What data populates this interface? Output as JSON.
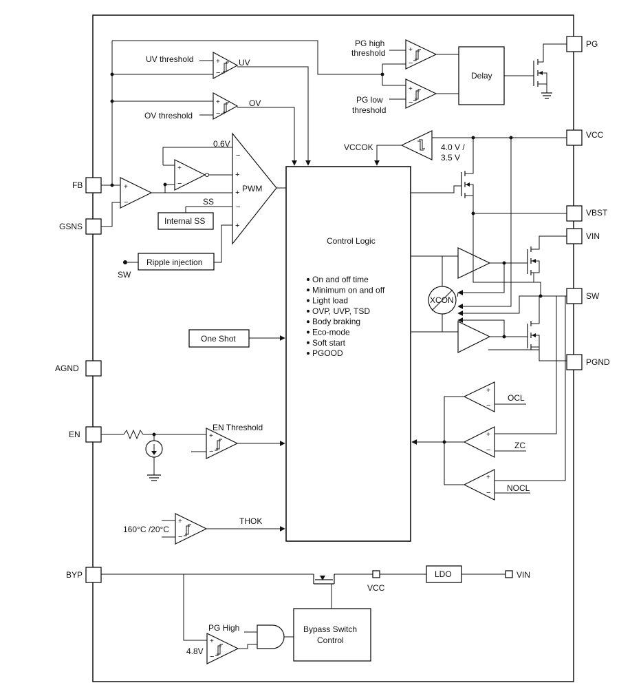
{
  "pins": {
    "pg": "PG",
    "vcc": "VCC",
    "vbst": "VBST",
    "vin": "VIN",
    "sw": "SW",
    "pgnd": "PGND",
    "fb": "FB",
    "gsns": "GSNS",
    "agnd": "AGND",
    "en": "EN",
    "byp": "BYP"
  },
  "labels": {
    "uv_threshold": "UV threshold",
    "uv": "UV",
    "ov_threshold": "OV threshold",
    "ov": "OV",
    "pg_high_threshold_l1": "PG high",
    "pg_high_threshold_l2": "threshold",
    "pg_low_threshold_l1": "PG low",
    "pg_low_threshold_l2": "threshold",
    "delay": "Delay",
    "vccok": "VCCOK",
    "vcc_uvlo_l1": "4.0 V /",
    "vcc_uvlo_l2": "3.5 V",
    "ref_0v6": "0.6V",
    "pwm": "PWM",
    "ss": "SS",
    "internal_ss": "Internal SS",
    "ripple_injection": "Ripple injection",
    "sw_in": "SW",
    "control_logic": "Control Logic",
    "xcon": "XCON",
    "one_shot": "One Shot",
    "ocl": "OCL",
    "zc": "ZC",
    "nocl": "NOCL",
    "en_threshold": "EN Threshold",
    "thok": "THOK",
    "temp_threshold": "160°C /20°C",
    "ldo": "LDO",
    "ldo_vin": "VIN",
    "ldo_vcc": "VCC",
    "pg_high": "PG High",
    "byp_ref": "4.8V",
    "bypass_l1": "Bypass Switch",
    "bypass_l2": "Control"
  },
  "control_features": [
    "On and off time",
    "Minimum on and off",
    "Light load",
    "OVP, UVP, TSD",
    "Body braking",
    "Eco-mode",
    "Soft start",
    "PGOOD"
  ]
}
